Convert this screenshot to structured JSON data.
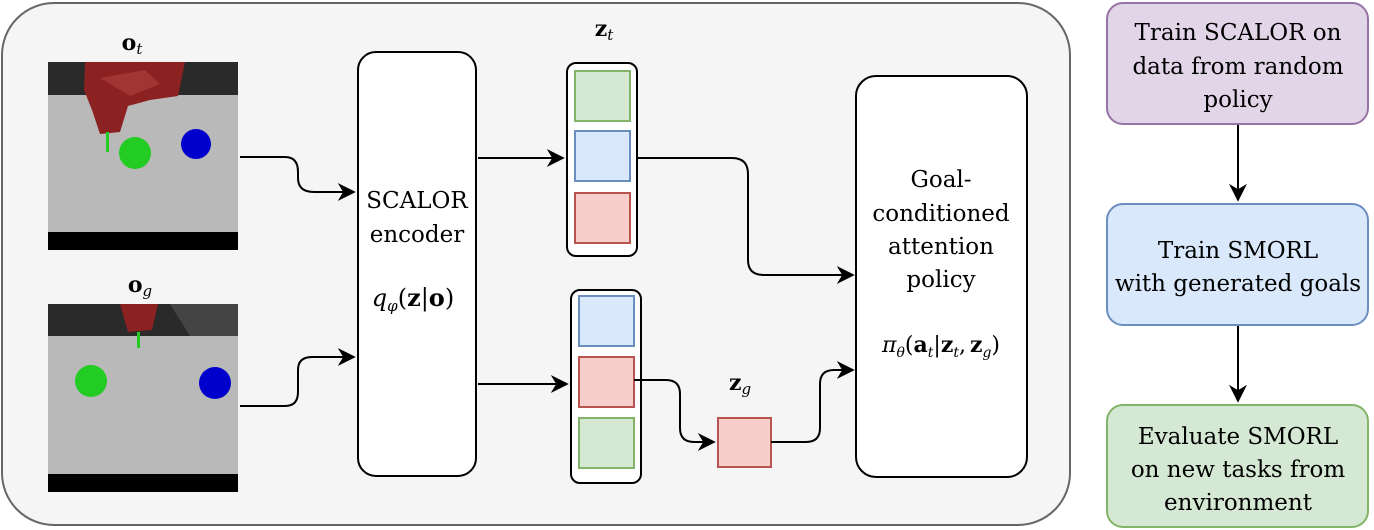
{
  "main_panel": {
    "obs_current_label": "o",
    "obs_current_sub": "t",
    "obs_goal_label": "o",
    "obs_goal_sub": "g",
    "encoder": {
      "line1": "SCALOR",
      "line2": "encoder",
      "formula_q": "q",
      "formula_phi": "φ",
      "formula_rest_open": "(",
      "formula_z": "z",
      "formula_bar": "|",
      "formula_o": "o",
      "formula_close": ")"
    },
    "zt_label": "z",
    "zt_sub": "t",
    "zg_label": "z",
    "zg_sub": "g",
    "policy": {
      "line1": "Goal-",
      "line2": "conditioned",
      "line3": "attention",
      "line4": "policy",
      "formula_pi": "π",
      "formula_theta": "θ",
      "formula_open": "(",
      "formula_a": "a",
      "formula_a_sub": "t",
      "formula_bar": "|",
      "formula_z1": "z",
      "formula_z1_sub": "t",
      "formula_comma": ",",
      "formula_z2": "z",
      "formula_z2_sub": "g",
      "formula_close": ")"
    }
  },
  "steps": [
    {
      "lines": [
        "Train SCALOR on",
        "data from random",
        "policy"
      ],
      "fill": "#e1d5e7",
      "stroke": "#9673a6"
    },
    {
      "lines": [
        "Train SMORL",
        "with generated goals"
      ],
      "fill": "#dae8fc",
      "stroke": "#6c8ebf"
    },
    {
      "lines": [
        "Evaluate SMORL",
        "on new tasks from",
        "environment"
      ],
      "fill": "#d5e8d4",
      "stroke": "#82b366"
    }
  ],
  "colors": {
    "green_fill": "#d5e8d4",
    "green_stroke": "#82b366",
    "blue_fill": "#dae8fc",
    "blue_stroke": "#6c8ebf",
    "red_fill": "#f8cecc",
    "red_stroke": "#b85450",
    "panel_fill": "#f5f5f5",
    "panel_stroke": "#666666"
  }
}
